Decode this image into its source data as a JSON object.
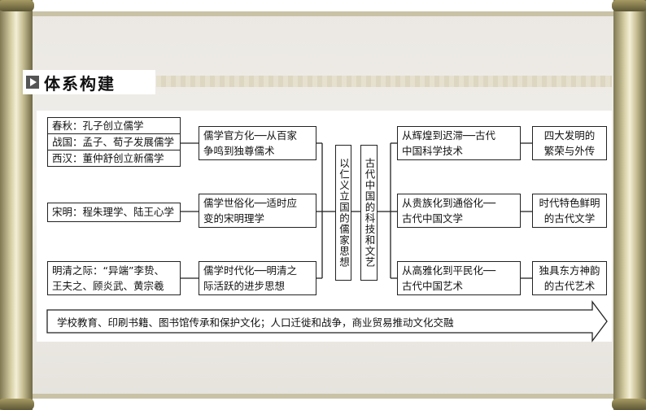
{
  "header": {
    "title": "体系构建"
  },
  "left_column": {
    "group1": [
      "春秋：孔子创立儒学",
      "战国：孟子、荀子发展儒学",
      "西汉：董仲舒创立新儒学"
    ],
    "group2": "宋明：程朱理学、陆王心学",
    "group3_line1": "明清之际：“异端”李贽、",
    "group3_line2": "王夫之、顾炎武、黄宗羲"
  },
  "mid_column": {
    "box1_line1": "儒学官方化──从百家",
    "box1_line2": "争鸣到独尊儒术",
    "box2_line1": "儒学世俗化──适时应",
    "box2_line2": "变的宋明理学",
    "box3_line1": "儒学时代化──明清之",
    "box3_line2": "际活跃的进步思想"
  },
  "center": {
    "left_vertical": "以仁义立国的儒家思想",
    "right_vertical": "古代中国的科技和文艺"
  },
  "right_mid_column": {
    "box1_line1": "从辉煌到迟滞──古代",
    "box1_line2": "中国科学技术",
    "box2_line1": "从贵族化到通俗化──",
    "box2_line2": "古代中国文学",
    "box3_line1": "从高雅化到平民化──",
    "box3_line2": "古代中国艺术"
  },
  "right_column": {
    "box1_line1": "四大发明的",
    "box1_line2": "繁荣与外传",
    "box2_line1": "时代特色鲜明",
    "box2_line2": "的古代文学",
    "box3_line1": "独具东方神韵",
    "box3_line2": "的古代艺术"
  },
  "bottom_arrow": {
    "text": "学校教育、印刷书籍、图书馆传承和保护文化；人口迁徙和战争，商业贸易推动文化交融"
  }
}
